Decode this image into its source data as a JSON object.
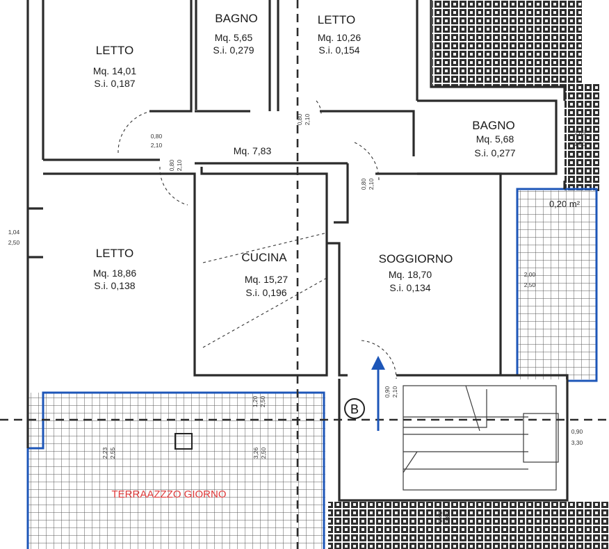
{
  "rooms": [
    {
      "id": "letto-1",
      "name": "LETTO",
      "area": "Mq. 14,01",
      "si": "S.i. 0,187"
    },
    {
      "id": "bagno-1",
      "name": "BAGNO",
      "area": "Mq. 5,65",
      "si": "S.i. 0,279"
    },
    {
      "id": "letto-2",
      "name": "LETTO",
      "area": "Mq. 10,26",
      "si": "S.i.  0,154"
    },
    {
      "id": "bagno-2",
      "name": "BAGNO",
      "area": "Mq. 5,68",
      "si": "S.i. 0,277"
    },
    {
      "id": "letto-3",
      "name": "LETTO",
      "area": "Mq. 18,86",
      "si": "S.i. 0,138"
    },
    {
      "id": "cucina",
      "name": "CUCINA",
      "area": "Mq. 15,27",
      "si": "S.i. 0,196"
    },
    {
      "id": "soggiorno",
      "name": "SOGGIORNO",
      "area": "Mq. 18,70",
      "si": "S.i. 0,134"
    }
  ],
  "corridor_area": "Mq. 7,83",
  "balcony_area": "0,20 m²",
  "terrace_label": "TERRAAZZZO GIORNO",
  "section_marker": "B",
  "dimensions": {
    "door_1": [
      "0,80",
      "2,10"
    ],
    "door_2": [
      "0,80",
      "2,10"
    ],
    "door_3": [
      "0,80",
      "2,10"
    ],
    "door_4": [
      "0,80",
      "2,10"
    ],
    "door_entry": [
      "0,90",
      "2,10"
    ],
    "window_left": [
      "1,04",
      "2,50"
    ],
    "window_bagno": [
      "1,05",
      "1,50"
    ],
    "window_soggiorno": [
      "2,00",
      "2,50"
    ],
    "window_cucina": [
      "1,20",
      "2,50"
    ],
    "window_terrace_1": [
      "2,23",
      "2,55"
    ],
    "window_terrace_2": [
      "3,26",
      "2,50"
    ],
    "stair_right": [
      "0,90",
      "3,30"
    ],
    "stair_bottom": [
      "0,48",
      "2,80"
    ]
  },
  "colors": {
    "wall": "#2b2b2b",
    "outline_blue": "#1d56b8",
    "arrow_blue": "#1d56b8",
    "terrace_text": "#e03a3a"
  }
}
